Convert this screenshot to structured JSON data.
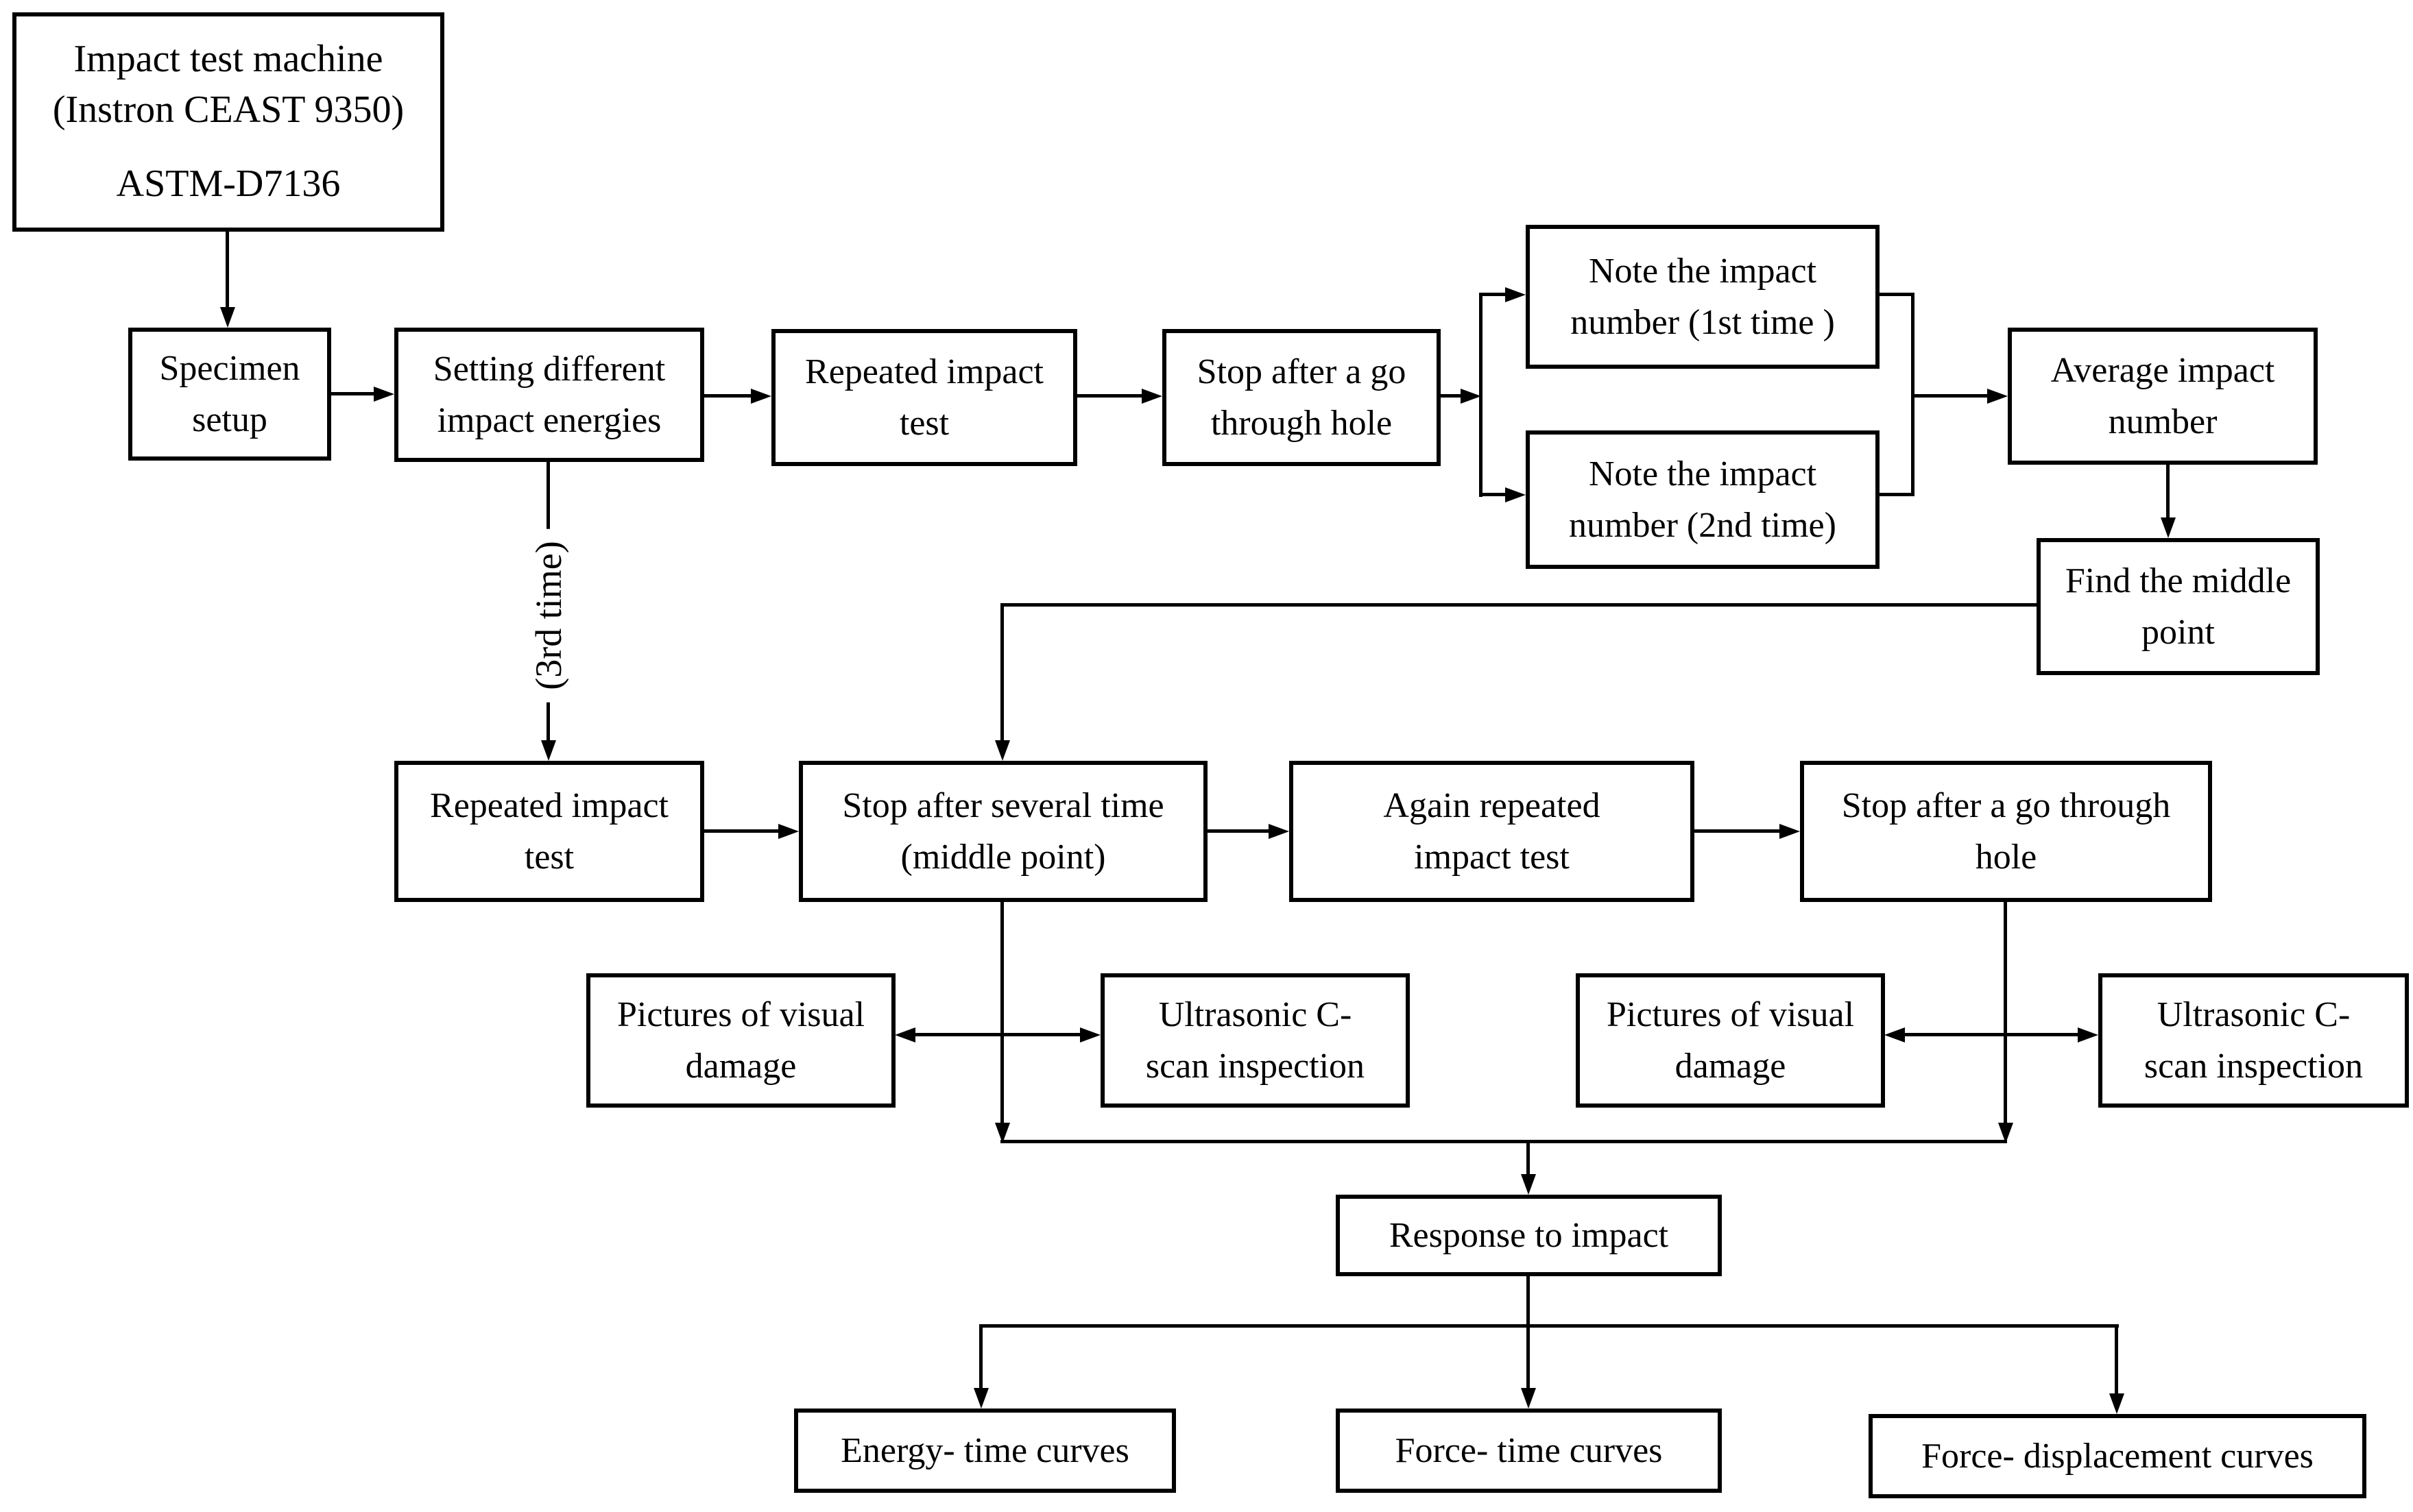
{
  "figure": {
    "type": "flowchart",
    "colors": {
      "background": "#ffffff",
      "line": "#000000",
      "box_fill": "#ffffff",
      "text": "#000000"
    }
  },
  "nodes": {
    "impact_machine": {
      "title_lines": [
        "Impact test machine",
        "(Instron CEAST 9350)"
      ],
      "standard": "ASTM-D7136"
    },
    "specimen_setup": {
      "label": [
        "Specimen",
        "setup"
      ]
    },
    "setting_energies": {
      "label": [
        "Setting different",
        "impact energies"
      ]
    },
    "repeated_impact_1": {
      "label": [
        "Repeated impact",
        "test"
      ]
    },
    "stop_go_hole_1": {
      "label": [
        "Stop after a go",
        "through hole"
      ]
    },
    "note_1st": {
      "label": [
        "Note the impact",
        "number (1st time )"
      ]
    },
    "note_2nd": {
      "label": [
        "Note the impact",
        "number (2nd time)"
      ]
    },
    "average_impact": {
      "label": [
        "Average impact",
        "number"
      ]
    },
    "find_middle": {
      "label": [
        "Find the middle",
        "point"
      ]
    },
    "repeated_impact_2": {
      "label": [
        "Repeated impact",
        "test"
      ]
    },
    "stop_several_time": {
      "label": [
        "Stop after several time",
        "(middle point)"
      ]
    },
    "again_repeated": {
      "label": [
        "Again repeated",
        "impact test"
      ]
    },
    "stop_go_hole_2": {
      "label": [
        "Stop after a go through",
        "hole"
      ]
    },
    "pictures_damage_1": {
      "label": [
        "Pictures of visual",
        "damage"
      ]
    },
    "ultrasonic_cscan_1": {
      "label": [
        "Ultrasonic C-",
        "scan inspection"
      ]
    },
    "pictures_damage_2": {
      "label": [
        "Pictures of visual",
        "damage"
      ]
    },
    "ultrasonic_cscan_2": {
      "label": [
        "Ultrasonic C-",
        "scan inspection"
      ]
    },
    "response_impact": {
      "label": "Response to impact"
    },
    "energy_time_curves": {
      "label": "Energy- time curves"
    },
    "force_time_curves": {
      "label": "Force- time curves"
    },
    "force_displacement_curves": {
      "label": "Force- displacement curves"
    }
  },
  "edge_labels": {
    "third_time": "(3rd time)"
  }
}
